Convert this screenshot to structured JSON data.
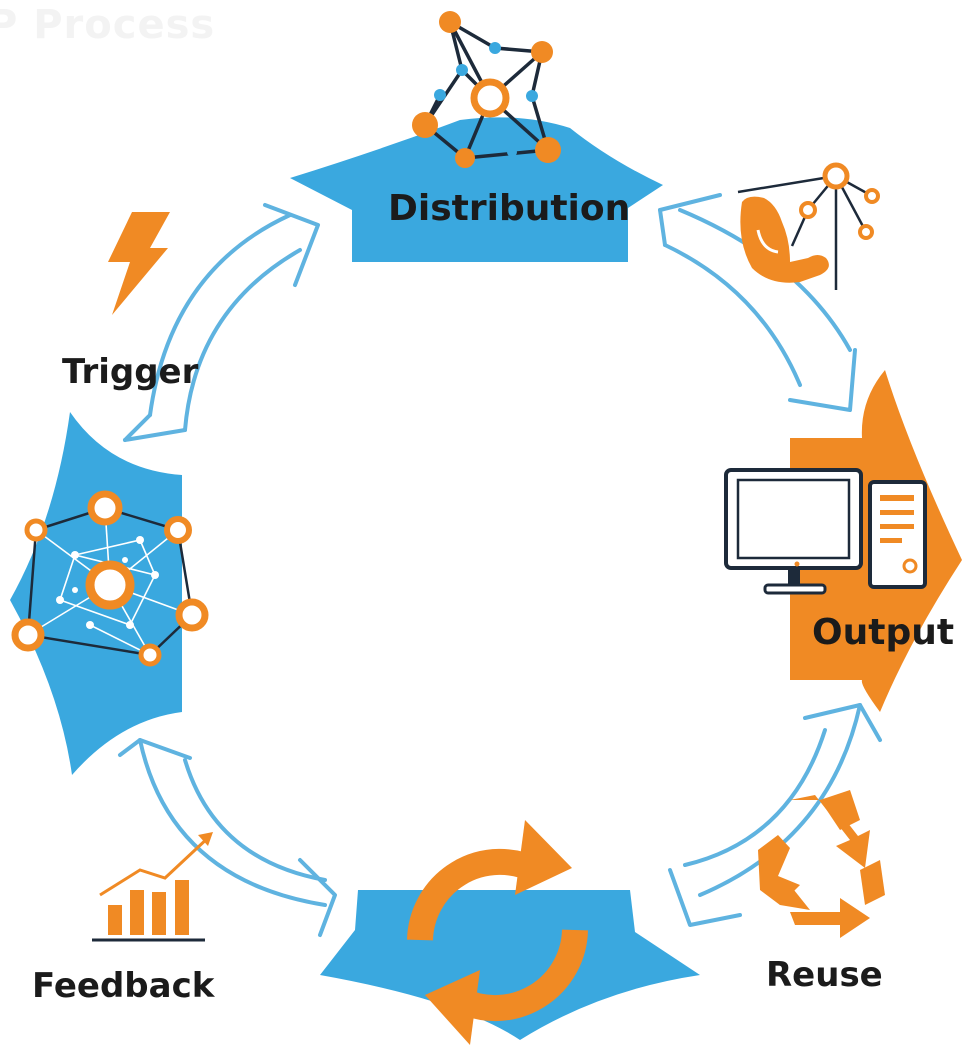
{
  "diagram": {
    "faint_title": "P Process",
    "stages": {
      "distribution": "Distribution",
      "output": "Output",
      "reuse": "Reuse",
      "feedback": "Feedback",
      "trigger": "Trigger"
    }
  },
  "colors": {
    "blue": "#3aa8df",
    "orange": "#f08a24",
    "dark": "#1d2a3a",
    "arrow_stroke": "#5fb3e0"
  },
  "icons": [
    "network-icon",
    "hand-network-icon",
    "computer-icon",
    "recycle-icon",
    "refresh-cycle-icon",
    "bar-chart-icon",
    "lightning-icon",
    "mesh-network-icon"
  ]
}
